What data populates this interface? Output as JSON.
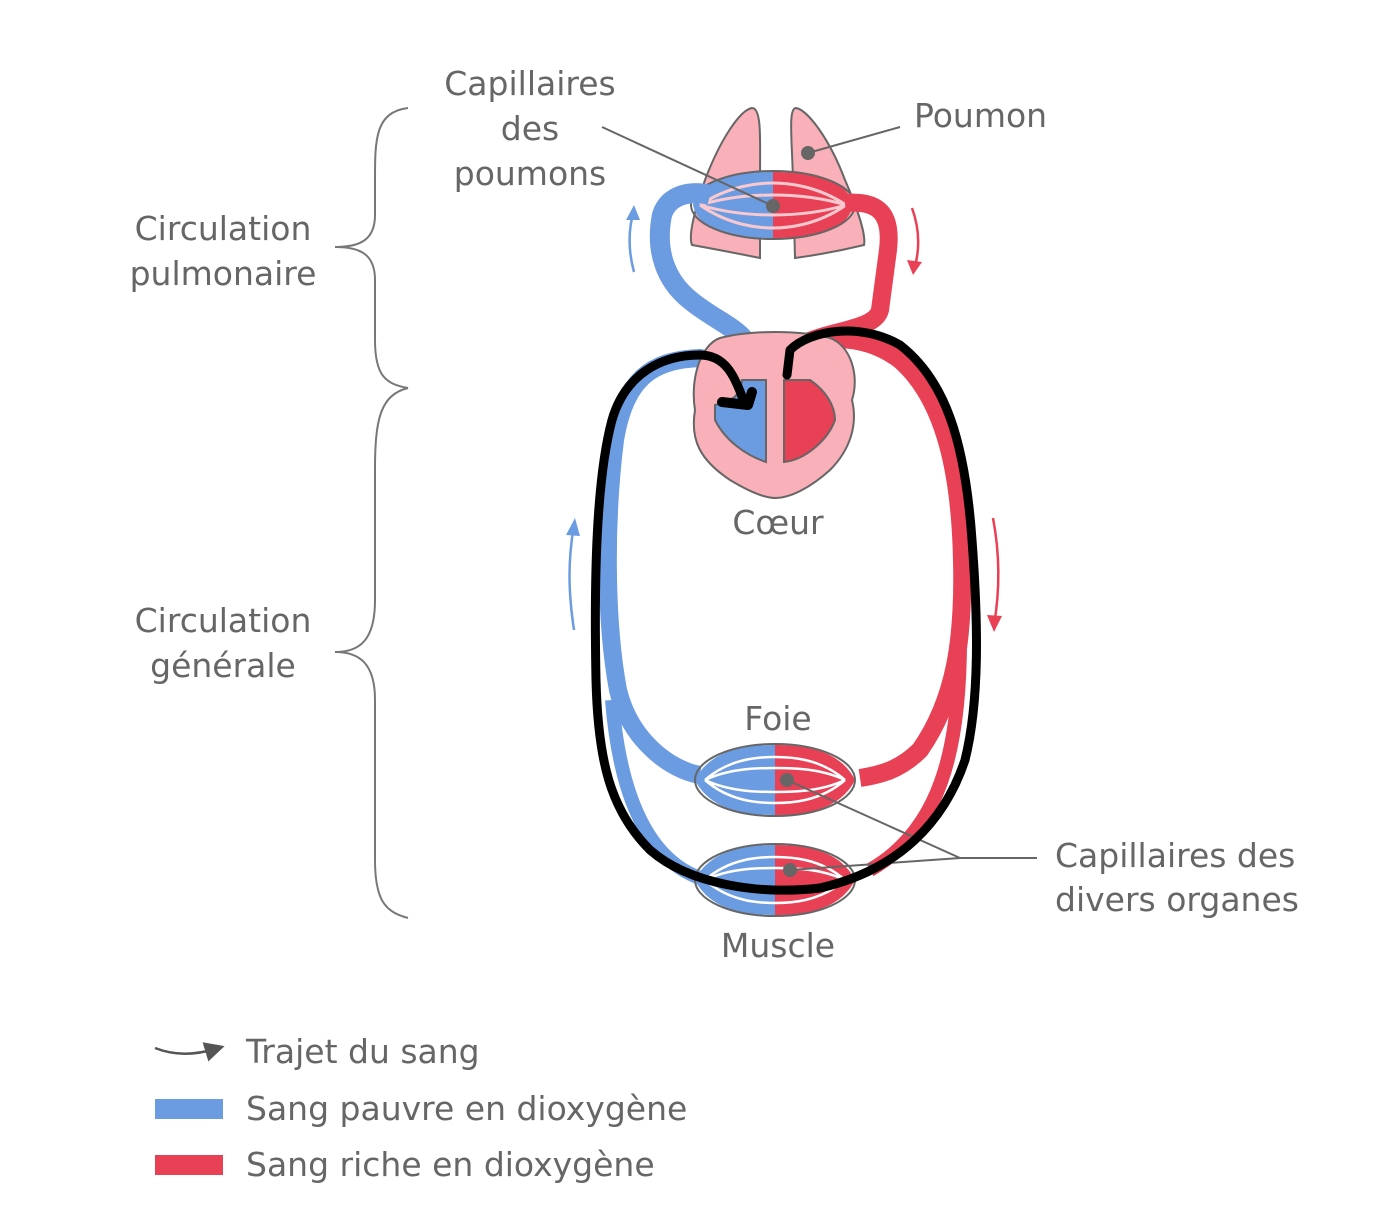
{
  "labels": {
    "capillaires_poumons": [
      "Capillaires",
      "des",
      "poumons"
    ],
    "poumon": "Poumon",
    "circulation_pulmonaire": [
      "Circulation",
      "pulmonaire"
    ],
    "circulation_generale": [
      "Circulation",
      "générale"
    ],
    "coeur": "Cœur",
    "foie": "Foie",
    "muscle": "Muscle",
    "capillaires_organes": [
      "Capillaires des",
      "divers organes"
    ]
  },
  "legend": [
    {
      "label": "Trajet du sang",
      "icon": "arrow-icon"
    },
    {
      "label": "Sang pauvre en dioxygène",
      "color": "#6b9be0"
    },
    {
      "label": "Sang riche en dioxygène",
      "color": "#e84055"
    }
  ],
  "colors": {
    "blue": "#6b9be0",
    "red": "#e84055",
    "pink": "#f9b0b8",
    "outline": "#666666",
    "annotation": "#000000"
  }
}
